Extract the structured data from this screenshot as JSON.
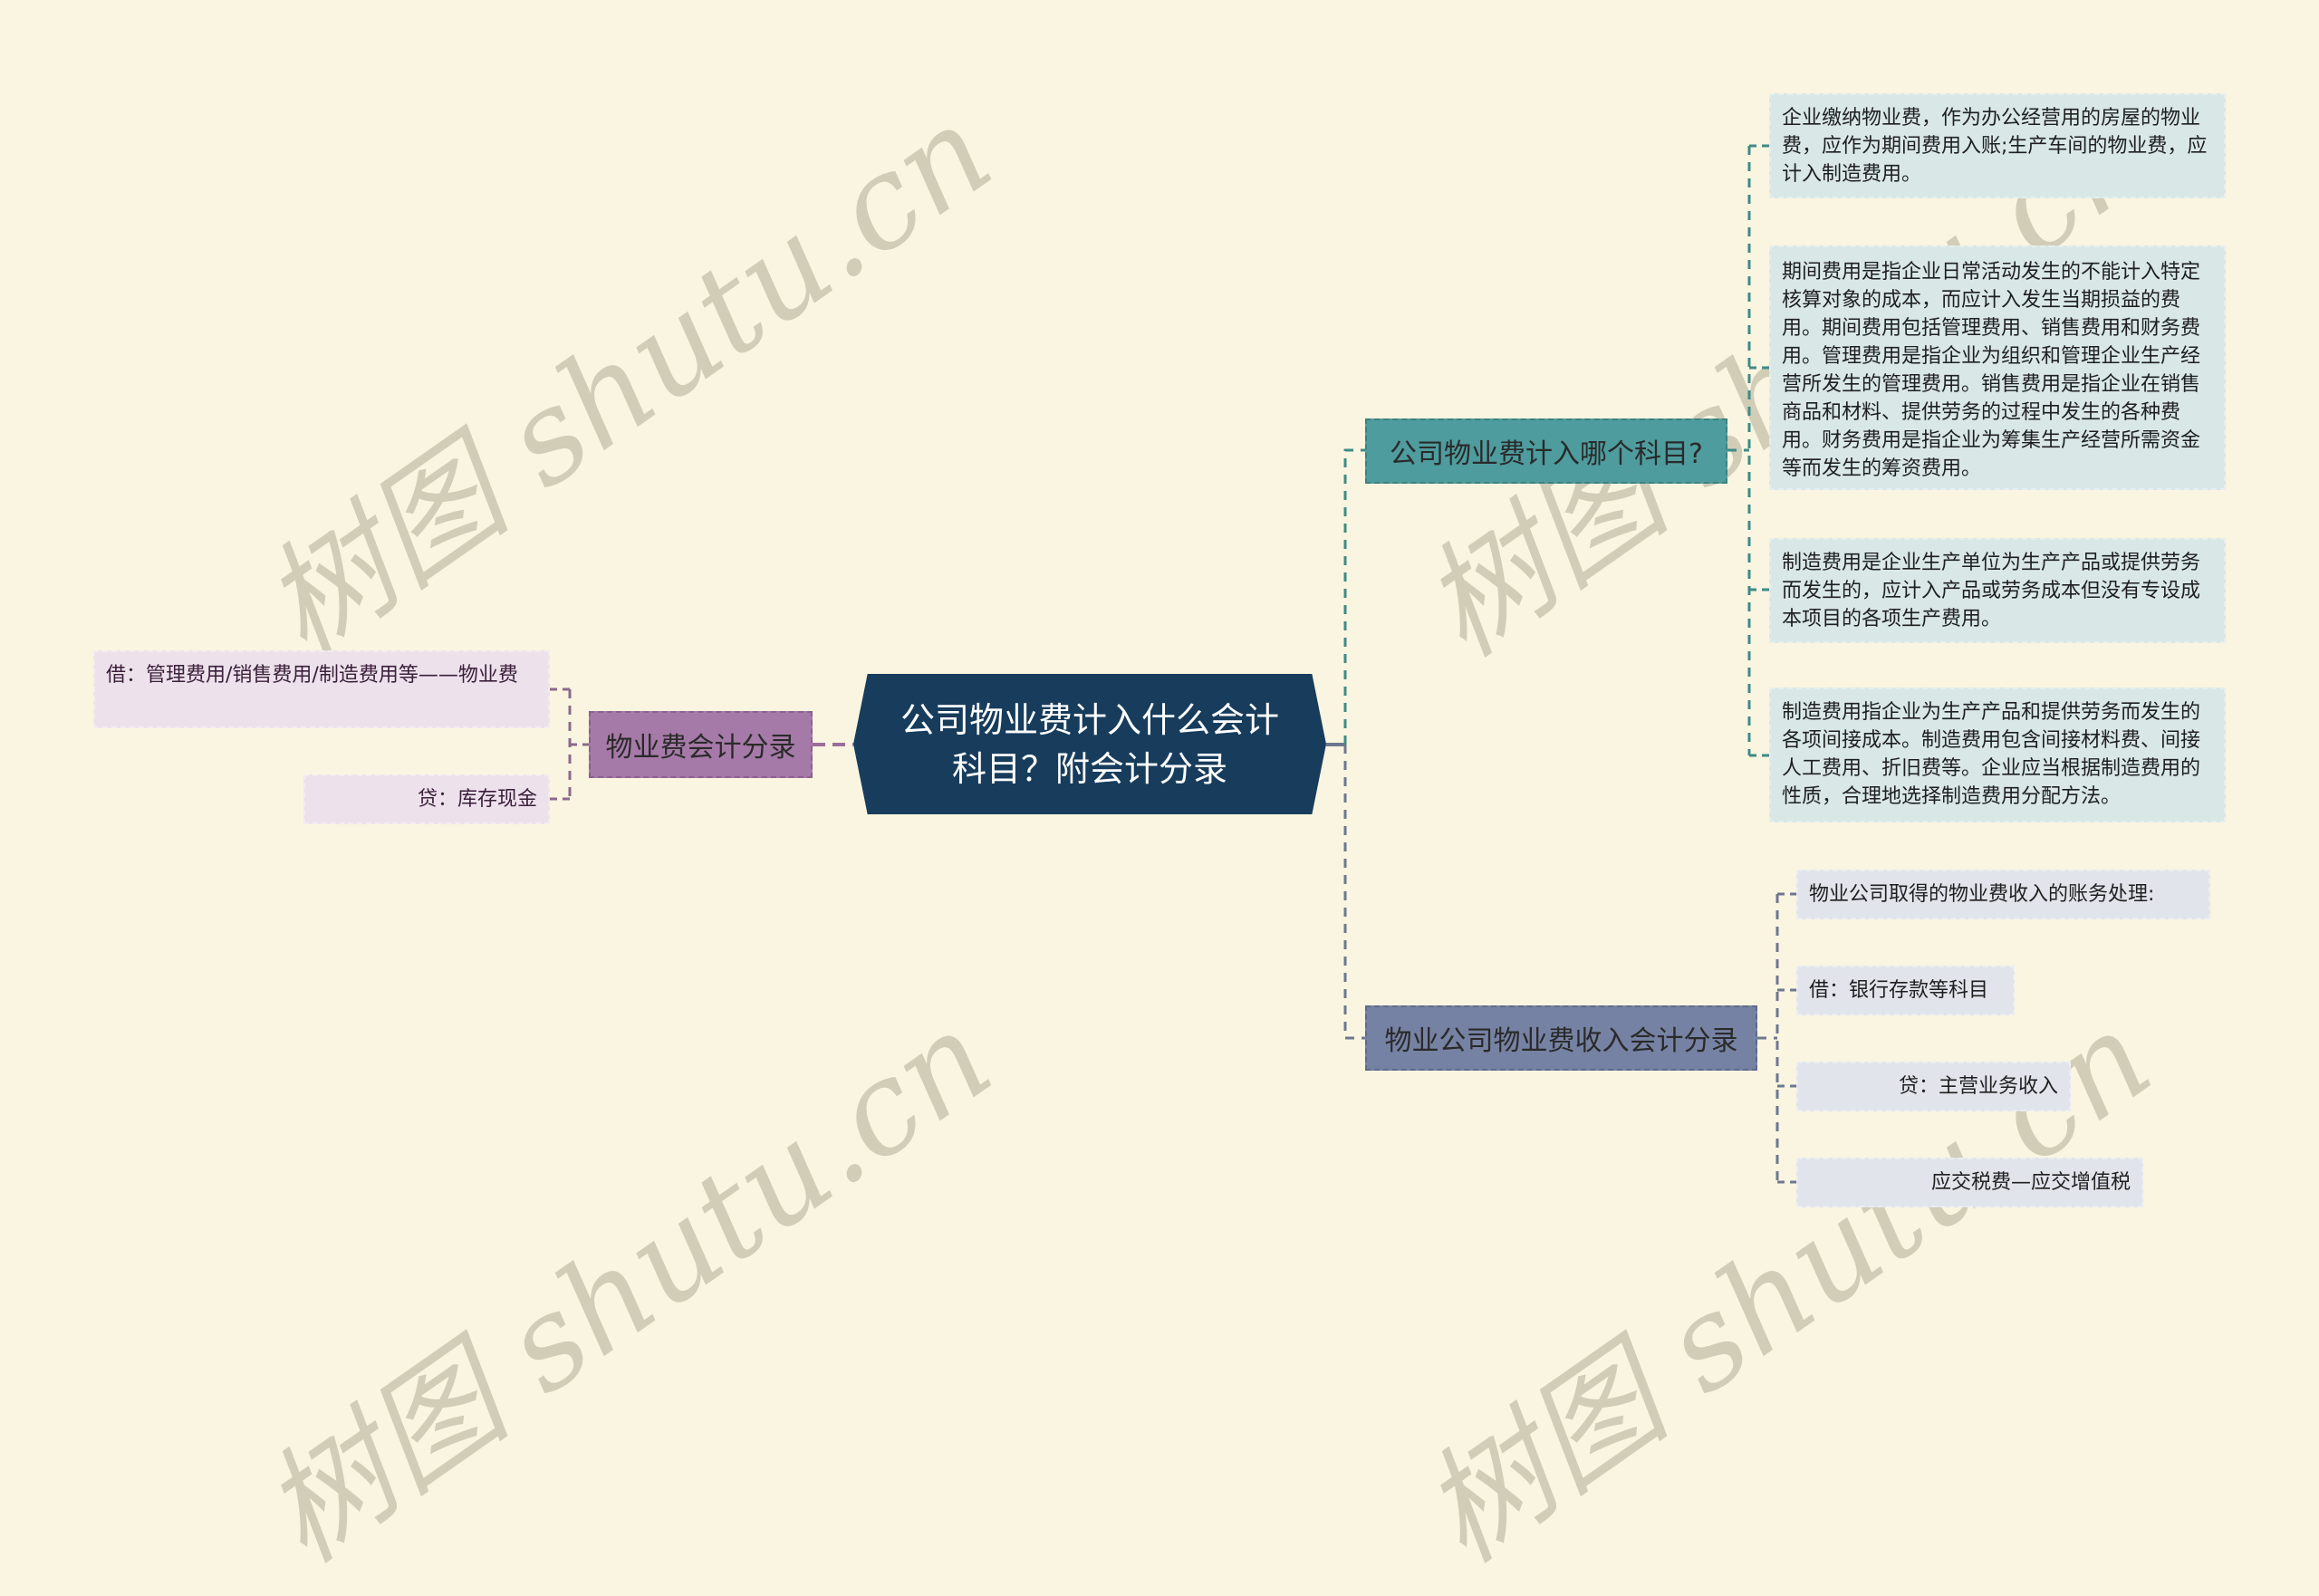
{
  "watermark": {
    "text": "树图 shutu.cn"
  },
  "root": {
    "title": "公司物业费计入什么会计科目？附会计分录",
    "color": "#173c5c"
  },
  "branches": {
    "subjects": {
      "label": "公司物业费计入哪个科目?",
      "color": "#4e9c9e",
      "items": [
        "企业缴纳物业费，作为办公经营用的房屋的物业费，应作为期间费用入账;生产车间的物业费，应计入制造费用。",
        "期间费用是指企业日常活动发生的不能计入特定核算对象的成本，而应计入发生当期损益的费用。期间费用包括管理费用、销售费用和财务费用。管理费用是指企业为组织和管理企业生产经营所发生的管理费用。销售费用是指企业在销售商品和材料、提供劳务的过程中发生的各种费用。财务费用是指企业为筹集生产经营所需资金等而发生的筹资费用。",
        "制造费用是企业生产单位为生产产品或提供劳务而发生的，应计入产品或劳务成本但没有专设成本项目的各项生产费用。",
        "制造费用指企业为生产产品和提供劳务而发生的各项间接成本。制造费用包含间接材料费、间接人工费用、折旧费等。企业应当根据制造费用的性质，合理地选择制造费用分配方法。"
      ]
    },
    "income_entry": {
      "label": "物业公司物业费收入会计分录",
      "color": "#7682a3",
      "items": [
        "物业公司取得的物业费收入的账务处理:",
        "借：银行存款等科目",
        "贷：主营业务收入",
        "应交税费—应交增值税"
      ]
    },
    "fee_entry": {
      "label": "物业费会计分录",
      "color": "#a67aa8",
      "items": [
        "借：管理费用/销售费用/制造费用等——物业费",
        "贷：库存现金"
      ]
    }
  }
}
